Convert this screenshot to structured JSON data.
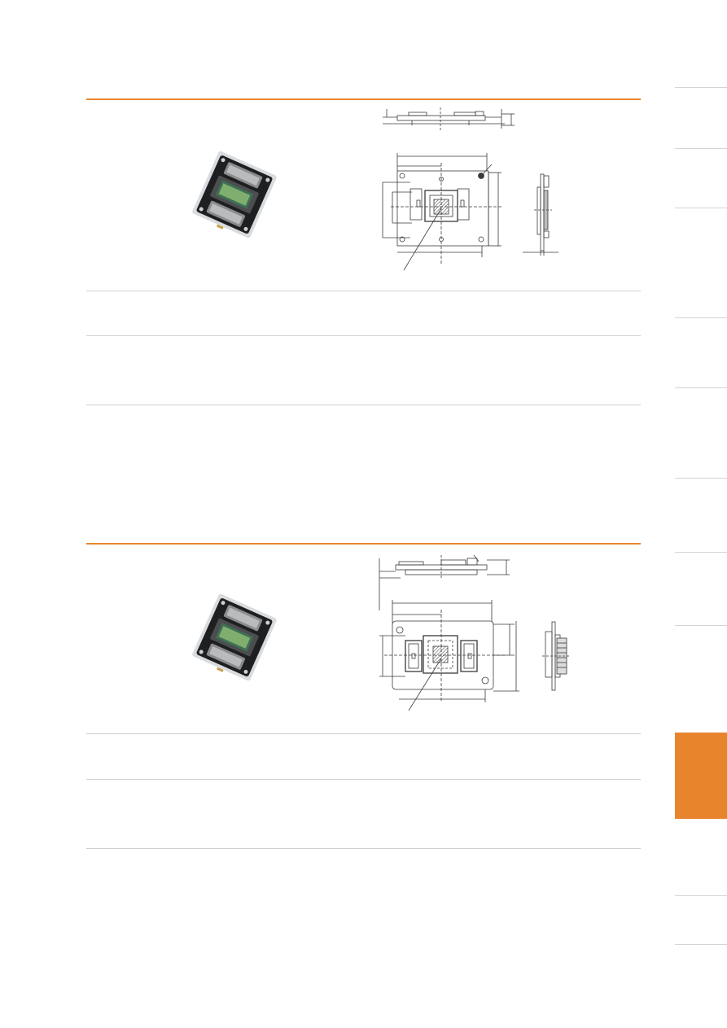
{
  "theme": {
    "accent": "#e8842c",
    "divider": "#cfcfcf",
    "drawing_stroke": "#3a3a3a"
  },
  "side_index": {
    "active_tab_color": "#e8842c",
    "tab_count": 13
  },
  "products": [
    {
      "id": "product-1",
      "photo_icon": "micromirror-chip-photo",
      "drawing_icon": "package-outline-drawing"
    },
    {
      "id": "product-2",
      "photo_icon": "micromirror-chip-photo",
      "drawing_icon": "package-outline-drawing"
    }
  ]
}
